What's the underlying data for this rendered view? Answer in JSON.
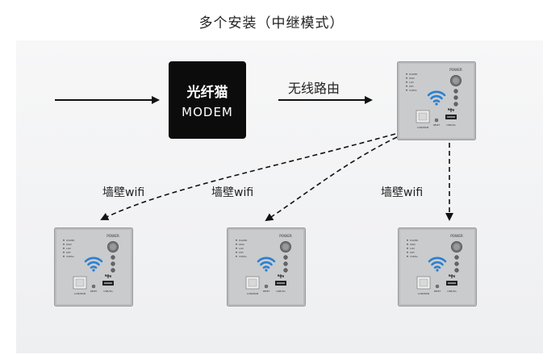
{
  "title": "多个安装（中继模式）",
  "modem": {
    "line1": "光纤猫",
    "line2": "MODEM"
  },
  "wireless_route_label": "无线路由",
  "wall_wifi_label": "墙壁wifi",
  "device": {
    "power_label": "POWER",
    "indicators": [
      "POWER",
      "WAN",
      "LAN",
      "WiFi",
      "USB3G"
    ],
    "port_lan_label": "LAN/WAN",
    "reset_label": "RESET",
    "usb_label": "USB/3G"
  },
  "colors": {
    "modem_bg": "#0c0c0c",
    "wifi_blue": "#2a7fd0",
    "panel_bg": "#f2f3f5",
    "device_face": "#c9cbcd"
  }
}
